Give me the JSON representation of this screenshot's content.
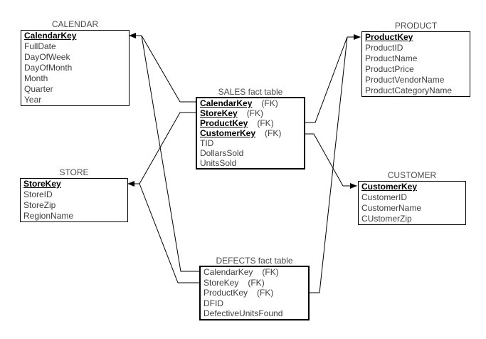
{
  "tables": {
    "calendar": {
      "title": "CALENDAR",
      "fields": [
        {
          "name": "CalendarKey"
        },
        {
          "name": "FullDate"
        },
        {
          "name": "DayOfWeek"
        },
        {
          "name": "DayOfMonth"
        },
        {
          "name": "Month"
        },
        {
          "name": "Quarter"
        },
        {
          "name": "Year"
        }
      ]
    },
    "product": {
      "title": "PRODUCT",
      "fields": [
        {
          "name": "ProductKey"
        },
        {
          "name": "ProductID"
        },
        {
          "name": "ProductName"
        },
        {
          "name": "ProductPrice"
        },
        {
          "name": "ProductVendorName"
        },
        {
          "name": "ProductCategoryName"
        }
      ]
    },
    "sales": {
      "title": "SALES fact table",
      "fields": [
        {
          "name": "CalendarKey",
          "fk": "(FK)"
        },
        {
          "name": "StoreKey",
          "fk": "(FK)"
        },
        {
          "name": "ProductKey",
          "fk": "(FK)"
        },
        {
          "name": "CustomerKey",
          "fk": "(FK)"
        },
        {
          "name": "TID"
        },
        {
          "name": "DollarsSold"
        },
        {
          "name": "UnitsSold"
        }
      ]
    },
    "store": {
      "title": "STORE",
      "fields": [
        {
          "name": "StoreKey"
        },
        {
          "name": "StoreID"
        },
        {
          "name": "StoreZip"
        },
        {
          "name": "RegionName"
        }
      ]
    },
    "customer": {
      "title": "CUSTOMER",
      "fields": [
        {
          "name": "CustomerKey"
        },
        {
          "name": "CustomerID"
        },
        {
          "name": "CustomerName"
        },
        {
          "name": "CUstomerZip"
        }
      ]
    },
    "defects": {
      "title": "DEFECTS fact table",
      "fields": [
        {
          "name": "CalendarKey",
          "fk": "(FK)"
        },
        {
          "name": "StoreKey",
          "fk": "(FK)"
        },
        {
          "name": "ProductKey",
          "fk": "(FK)"
        },
        {
          "name": "DFID"
        },
        {
          "name": "DefectiveUnitsFound"
        }
      ]
    }
  },
  "connections": [
    {
      "from": "SALES.CalendarKey",
      "to": "CALENDAR.CalendarKey"
    },
    {
      "from": "DEFECTS.CalendarKey",
      "to": "CALENDAR.CalendarKey"
    },
    {
      "from": "SALES.StoreKey",
      "to": "STORE.StoreKey"
    },
    {
      "from": "DEFECTS.StoreKey",
      "to": "STORE.StoreKey"
    },
    {
      "from": "SALES.ProductKey",
      "to": "PRODUCT.ProductKey"
    },
    {
      "from": "DEFECTS.ProductKey",
      "to": "PRODUCT.ProductKey"
    },
    {
      "from": "SALES.CustomerKey",
      "to": "CUSTOMER.CustomerKey"
    }
  ],
  "colors": {
    "line": "#000000",
    "border": "#000000",
    "text": "#3e3e3e",
    "key_text": "#000000",
    "background": "#ffffff"
  }
}
